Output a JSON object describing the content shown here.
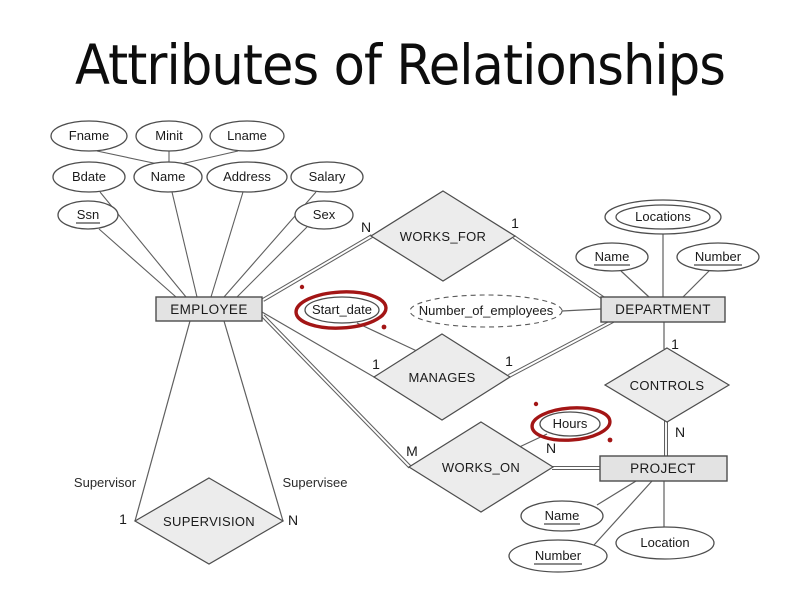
{
  "slide": {
    "title": "Attributes of Relationships"
  },
  "diagram": {
    "entities": {
      "employee": "EMPLOYEE",
      "department": "DEPARTMENT",
      "project": "PROJECT"
    },
    "relationships": {
      "works_for": "WORKS_FOR",
      "manages": "MANAGES",
      "controls": "CONTROLS",
      "works_on": "WORKS_ON",
      "supervision": "SUPERVISION"
    },
    "attributes": {
      "fname": "Fname",
      "minit": "Minit",
      "lname": "Lname",
      "bdate": "Bdate",
      "name_emp": "Name",
      "address": "Address",
      "salary": "Salary",
      "ssn": "Ssn",
      "sex": "Sex",
      "start_date": "Start_date",
      "number_of_employees": "Number_of_employees",
      "locations": "Locations",
      "name_dept": "Name",
      "number_dept": "Number",
      "hours": "Hours",
      "name_proj": "Name",
      "number_proj": "Number",
      "location_proj": "Location"
    },
    "cardinalities": {
      "works_for_employee": "N",
      "works_for_department": "1",
      "manages_employee": "1",
      "manages_department": "1",
      "controls_department": "1",
      "controls_project": "N",
      "works_on_employee": "M",
      "works_on_project": "N",
      "supervision_supervisor": "1",
      "supervision_supervisee": "N"
    },
    "roles": {
      "supervisor": "Supervisor",
      "supervisee": "Supervisee"
    },
    "colors": {
      "annotation_red": "#a31515",
      "shape_fill_gray": "#e3e3e3",
      "line_gray": "#5f5f5f"
    }
  }
}
